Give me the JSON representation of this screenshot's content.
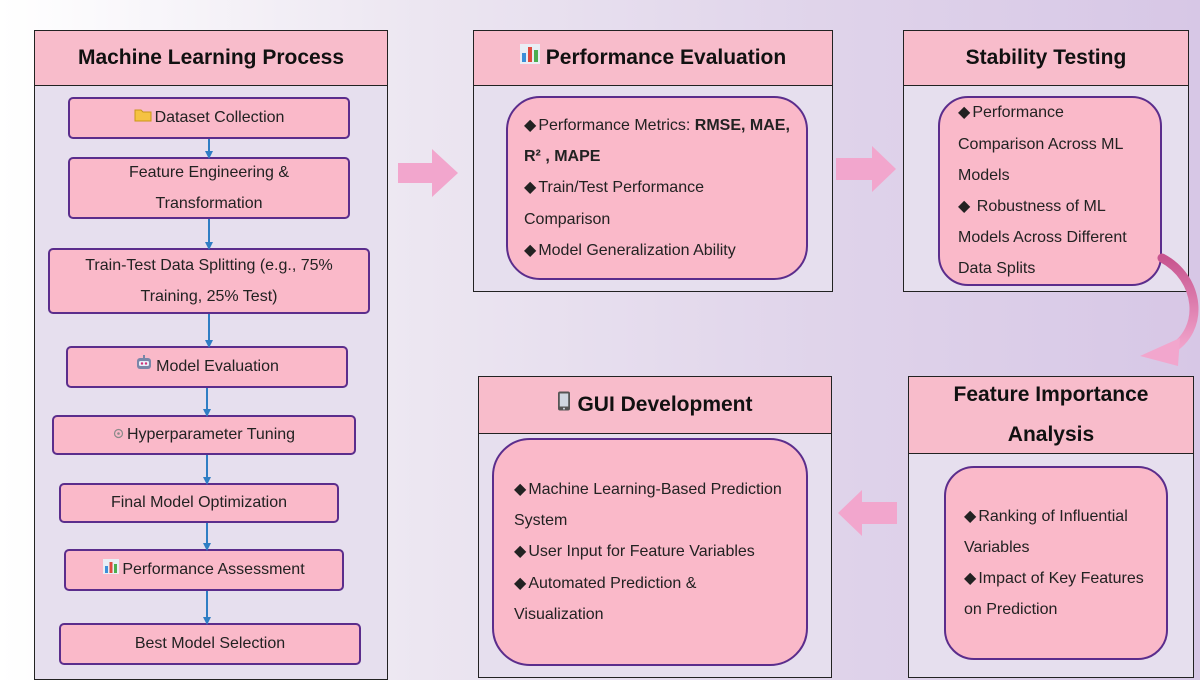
{
  "ml_process": {
    "title": "Machine Learning Process",
    "steps": [
      {
        "icon": "folder-icon",
        "label": "Dataset Collection"
      },
      {
        "icon": "",
        "label": "Feature Engineering & Transformation"
      },
      {
        "icon": "",
        "label": "Train-Test Data Splitting (e.g., 75% Training, 25% Test)"
      },
      {
        "icon": "robot-icon",
        "label": "Model Evaluation"
      },
      {
        "icon": "gear-icon",
        "label": "Hyperparameter Tuning"
      },
      {
        "icon": "",
        "label": "Final Model Optimization"
      },
      {
        "icon": "bar-chart-icon",
        "label": "Performance Assessment"
      },
      {
        "icon": "",
        "label": "Best Model Selection"
      }
    ]
  },
  "performance_evaluation": {
    "title": "Performance Evaluation",
    "icon": "bar-chart-icon",
    "b1_prefix": "Performance Metrics: ",
    "b1_metrics": "RMSE, MAE, R² , MAPE",
    "b2": "Train/Test Performance Comparison",
    "b3": "Model Generalization Ability"
  },
  "stability_testing": {
    "title": "Stability Testing",
    "b1": "Performance Comparison Across ML Models",
    "b2": " Robustness of ML Models Across Different Data Splits"
  },
  "feature_importance": {
    "title": "Feature Importance Analysis",
    "b1": "Ranking of Influential Variables",
    "b2": "Impact of Key Features on Prediction"
  },
  "gui_development": {
    "title": "GUI Development",
    "icon": "phone-icon",
    "b1": "Machine Learning-Based Prediction System",
    "b2": "User Input for Feature Variables",
    "b3": "Automated Prediction & Visualization"
  },
  "bullet_symbol": "◆",
  "colors": {
    "header_pink": "#f8bccb",
    "box_pink": "#fab9c9",
    "box_border_purple": "#5b2d8c",
    "panel_lavender": "#e6dfee",
    "arrow_pink": "#f2a6cd",
    "step_arrow_blue": "#2f7ec4"
  }
}
